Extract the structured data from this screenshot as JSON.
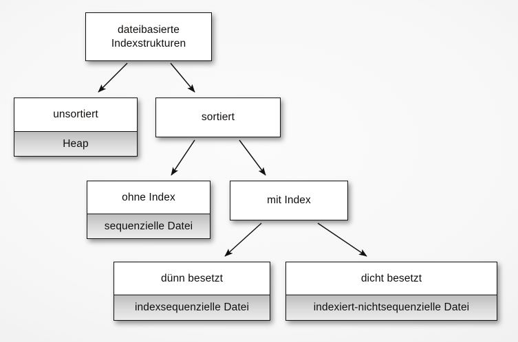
{
  "diagram": {
    "title": "dateibasierte Indexstrukturen",
    "language": "de",
    "type": "tree-hierarchy",
    "background_color": "#f5f5f5",
    "node_fill_color": "#ffffff",
    "node_sub_fill_color": "#cfcfcf",
    "node_border_color": "#111111",
    "edge_color": "#111111",
    "nodes": [
      {
        "id": "root",
        "title": "dateibasierte\nIndexstrukturen",
        "subtitle": null
      },
      {
        "id": "unsortiert",
        "title": "unsortiert",
        "subtitle": "Heap"
      },
      {
        "id": "sortiert",
        "title": "sortiert",
        "subtitle": null
      },
      {
        "id": "ohne-index",
        "title": "ohne Index",
        "subtitle": "sequenzielle Datei"
      },
      {
        "id": "mit-index",
        "title": "mit Index",
        "subtitle": null
      },
      {
        "id": "duenn-besetzt",
        "title": "dünn besetzt",
        "subtitle": "indexsequenzielle Datei"
      },
      {
        "id": "dicht-besetzt",
        "title": "dicht besetzt",
        "subtitle": "indexiert-nichtsequenzielle Datei"
      }
    ],
    "edges": [
      {
        "from": "root",
        "to": "unsortiert"
      },
      {
        "from": "root",
        "to": "sortiert"
      },
      {
        "from": "sortiert",
        "to": "ohne-index"
      },
      {
        "from": "sortiert",
        "to": "mit-index"
      },
      {
        "from": "mit-index",
        "to": "duenn-besetzt"
      },
      {
        "from": "mit-index",
        "to": "dicht-besetzt"
      }
    ]
  }
}
